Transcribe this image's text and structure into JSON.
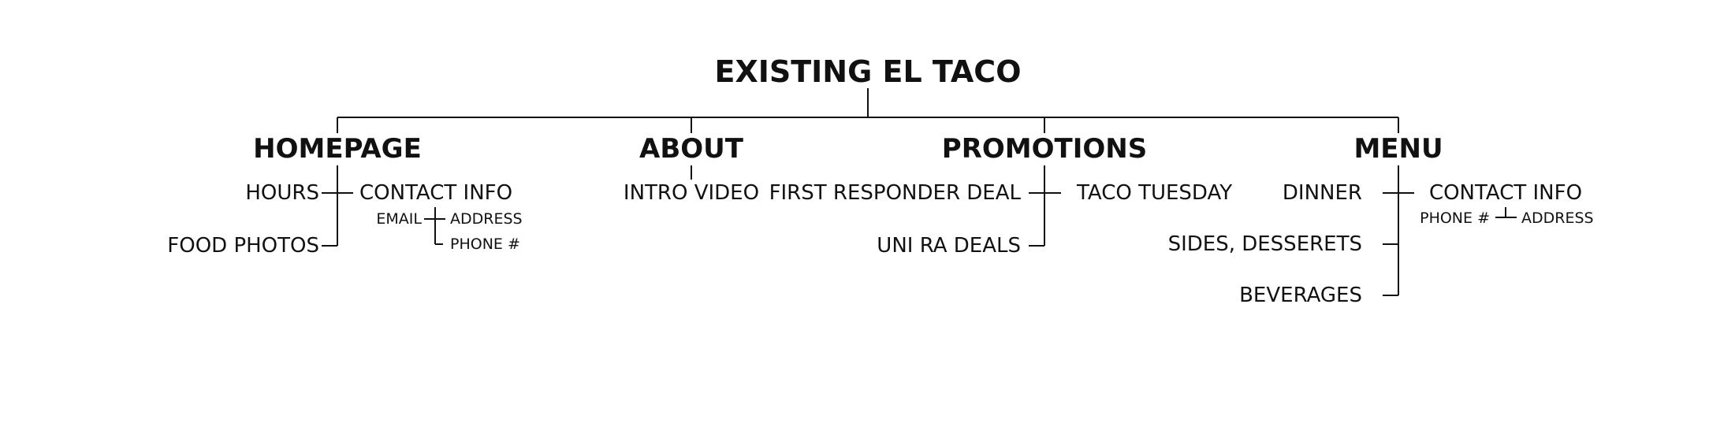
{
  "title": "EXISTING EL TACO",
  "sections": {
    "homepage": {
      "label": "HOMEPAGE",
      "hours": "HOURS",
      "food_photos": "FOOD PHOTOS",
      "contact_info": "CONTACT INFO",
      "email": "EMAIL",
      "address": "ADDRESS",
      "phone": "PHONE #"
    },
    "about": {
      "label": "ABOUT",
      "intro_video": "INTRO VIDEO"
    },
    "promotions": {
      "label": "PROMOTIONS",
      "first_responder_deal": "FIRST RESPONDER DEAL",
      "taco_tuesday": "TACO TUESDAY",
      "uni_ra_deals": "UNI RA DEALS"
    },
    "menu": {
      "label": "MENU",
      "dinner": "DINNER",
      "sides_desserts": "SIDES, DESSERETS",
      "beverages": "BEVERAGES",
      "contact_info": "CONTACT INFO",
      "phone": "PHONE #",
      "address": "ADDRESS"
    }
  }
}
